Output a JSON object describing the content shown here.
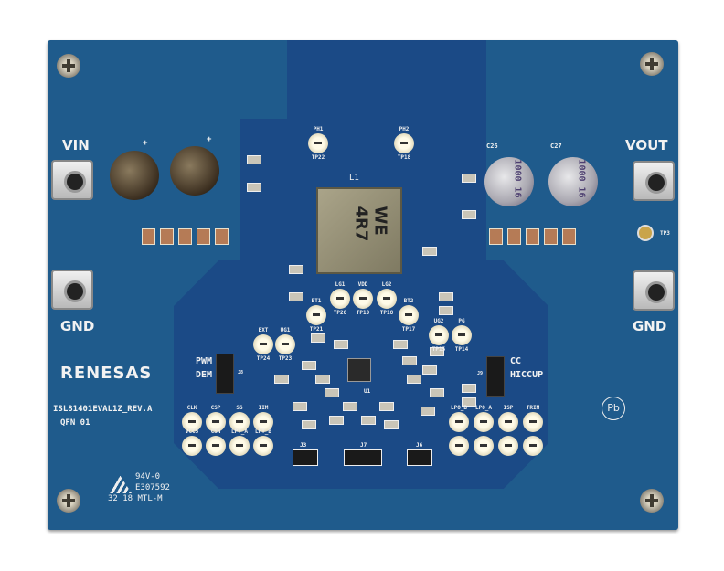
{
  "board": {
    "brand": "RENESAS",
    "part_number": "ISL81401EVAL1Z_REV.A",
    "variant": "QFN 01",
    "ul_mark": [
      "94V-0",
      "E307592",
      "32 18 MTL-M"
    ],
    "colors": {
      "board": "#1f5b8c",
      "inner_plane": "#1b4a86",
      "silkscreen": "#f2f2f2"
    }
  },
  "connectors": {
    "vin_label": "VIN",
    "gnd_in_label": "GND",
    "vout_label": "VOUT",
    "gnd_out_label": "GND",
    "tp3": "TP3"
  },
  "components": {
    "inductor_ref": "L1",
    "inductor_marking": "WE 4R7",
    "cap_left": [
      "+",
      "+"
    ],
    "cap_right": [
      "C26",
      "C27"
    ],
    "cap_right_marking": "1000 16",
    "ic_ref": "U1"
  },
  "jumpers": {
    "j8_opt1": "PWM",
    "j8_opt2": "DEM",
    "j8_ref": "J8",
    "j9_opt1": "CC",
    "j9_opt2": "HICCUP",
    "j9_ref": "J9",
    "bottom": [
      "J3",
      "J7",
      "J6"
    ]
  },
  "testpoints_upper": [
    {
      "name": "PH1",
      "tp": "TP22"
    },
    {
      "name": "PH2",
      "tp": "TP18"
    },
    {
      "name": "EXT",
      "tp": "TP24"
    },
    {
      "name": "UG1",
      "tp": "TP23"
    },
    {
      "name": "BT1",
      "tp": "TP21"
    },
    {
      "name": "LG1",
      "tp": "TP20"
    },
    {
      "name": "VDD",
      "tp": "TP19"
    },
    {
      "name": "LG2",
      "tp": "TP18"
    },
    {
      "name": "BT2",
      "tp": "TP17"
    },
    {
      "name": "UG2",
      "tp": "TP15"
    },
    {
      "name": "PG",
      "tp": "TP14"
    }
  ],
  "testpoints_lower_left": [
    "CLK",
    "CSP",
    "SS",
    "IIM",
    "VCC5",
    "CSN",
    "LPT_A",
    "LPT_B"
  ],
  "testpoints_lower_right": [
    "LPO_B",
    "LPO_A",
    "ISP",
    "TRIM"
  ],
  "pb_free_symbol": "Pb"
}
